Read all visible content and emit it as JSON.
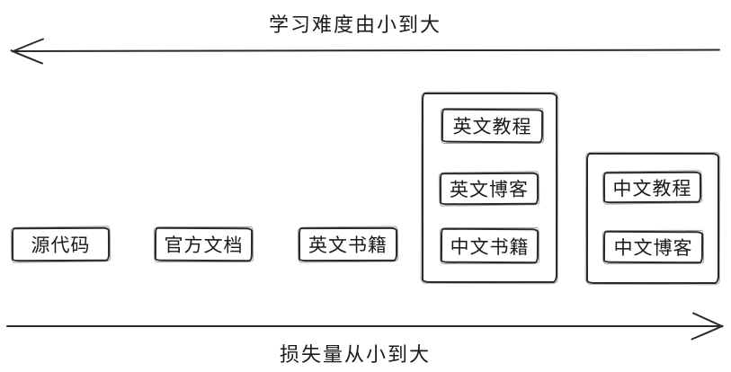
{
  "colors": {
    "stroke": "#2a2a2a",
    "text": "#1a1a1a",
    "background": "#ffffff"
  },
  "axes": {
    "top": {
      "label": "学习难度由小到大",
      "direction": "left"
    },
    "bottom": {
      "label": "损失量从小到大",
      "direction": "right"
    }
  },
  "nodes": [
    {
      "label": "源代码"
    },
    {
      "label": "官方文档"
    },
    {
      "label": "英文书籍"
    }
  ],
  "groups": [
    {
      "items": [
        {
          "label": "英文教程"
        },
        {
          "label": "英文博客"
        },
        {
          "label": "中文书籍"
        }
      ]
    },
    {
      "items": [
        {
          "label": "中文教程"
        },
        {
          "label": "中文博客"
        }
      ]
    }
  ]
}
